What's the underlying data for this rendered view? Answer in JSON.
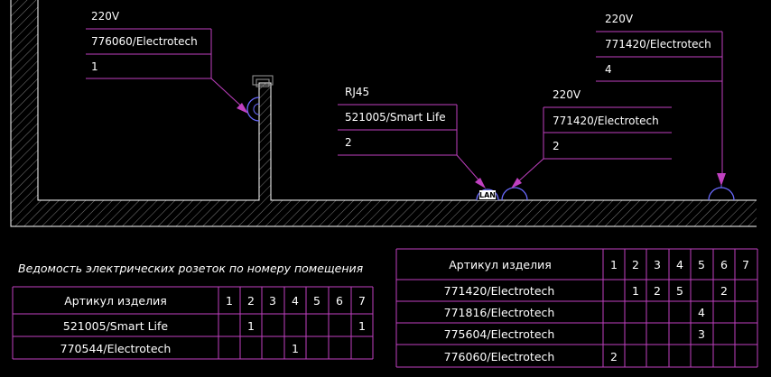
{
  "callouts": [
    {
      "voltage": "220V",
      "article": "776060/Electrotech",
      "qty": "1"
    },
    {
      "voltage": "RJ45",
      "article": "521005/Smart Life",
      "qty": "2"
    },
    {
      "voltage": "220V",
      "article": "771420/Electrotech",
      "qty": "2"
    },
    {
      "voltage": "220V",
      "article": "771420/Electrotech",
      "qty": "4"
    }
  ],
  "lan_label": "LAN",
  "table_left": {
    "title": "Ведомость электрических розеток по номеру помещения",
    "header": "Артикул изделия",
    "columns": [
      "1",
      "2",
      "3",
      "4",
      "5",
      "6",
      "7"
    ],
    "rows": [
      {
        "article": "521005/Smart Life",
        "cells": [
          "",
          "1",
          "",
          "",
          "",
          "",
          "1"
        ]
      },
      {
        "article": "770544/Electrotech",
        "cells": [
          "",
          "",
          "",
          "1",
          "",
          "",
          ""
        ]
      }
    ]
  },
  "table_right": {
    "header": "Артикул изделия",
    "columns": [
      "1",
      "2",
      "3",
      "4",
      "5",
      "6",
      "7"
    ],
    "rows": [
      {
        "article": "771420/Electrotech",
        "cells": [
          "",
          "1",
          "2",
          "5",
          "",
          "2",
          ""
        ]
      },
      {
        "article": "771816/Electrotech",
        "cells": [
          "",
          "",
          "",
          "",
          "4",
          "",
          ""
        ]
      },
      {
        "article": "775604/Electrotech",
        "cells": [
          "",
          "",
          "",
          "",
          "3",
          "",
          ""
        ]
      },
      {
        "article": "776060/Electrotech",
        "cells": [
          "2",
          "",
          "",
          "",
          "",
          "",
          ""
        ]
      }
    ]
  },
  "colors": {
    "background": "#000000",
    "leader": "#c040c0",
    "wall": "#ffffff",
    "hatch": "#9a9a9a",
    "socket": "#6a6aff"
  }
}
